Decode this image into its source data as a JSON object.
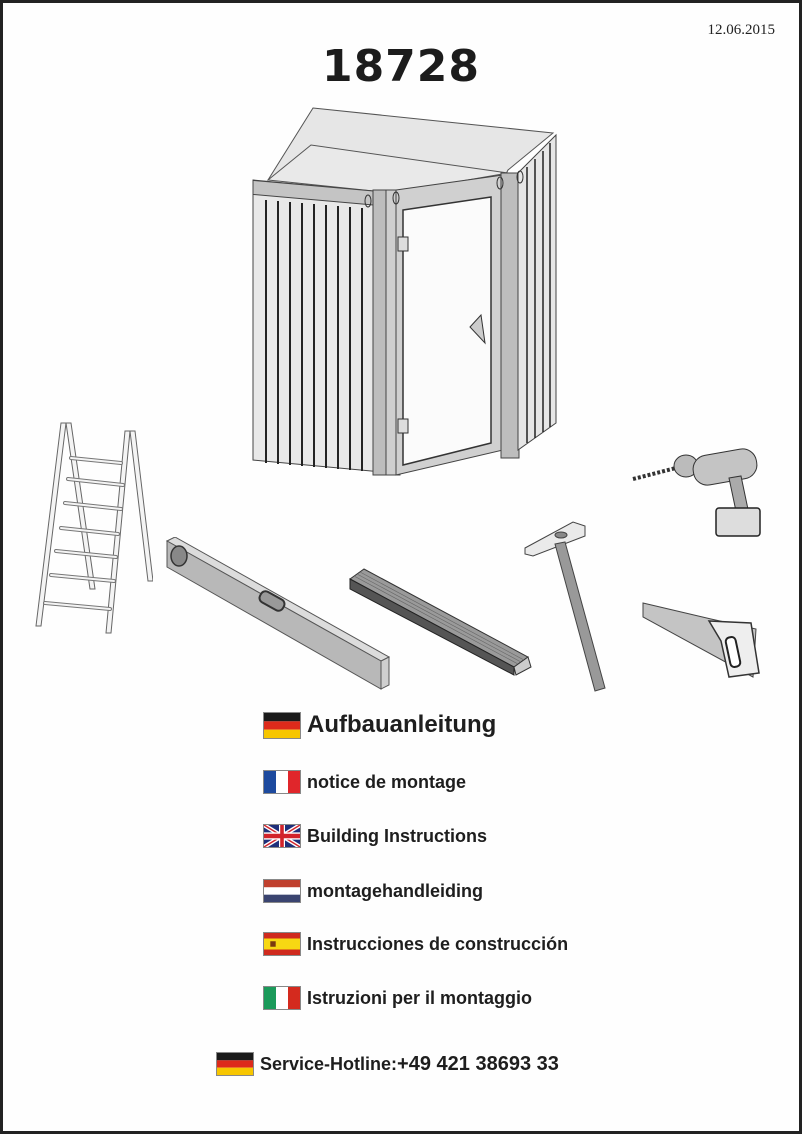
{
  "header": {
    "date": "12.06.2015",
    "article_number": "18728"
  },
  "illustrations": {
    "product": "corner-garden-shed",
    "tools": [
      "ladder",
      "spirit-level",
      "folding-ruler",
      "hammer",
      "cordless-drill",
      "hand-saw"
    ]
  },
  "languages": [
    {
      "flag": "de-flag",
      "label": "Aufbauanleitung"
    },
    {
      "flag": "fr-flag",
      "label": "notice de montage"
    },
    {
      "flag": "uk-flag",
      "label": "Building Instructions"
    },
    {
      "flag": "nl-flag",
      "label": "montagehandleiding"
    },
    {
      "flag": "es-flag",
      "label": "Instrucciones de construcción"
    },
    {
      "flag": "it-flag",
      "label": "Istruzioni per il montaggio"
    }
  ],
  "hotline": {
    "flag": "de-flag",
    "label": "Service-Hotline:",
    "number": "+49 421 38693 33"
  },
  "colors": {
    "frame": "#222222",
    "text": "#1e1e1e",
    "shed_gray": "#c8c8c8"
  }
}
